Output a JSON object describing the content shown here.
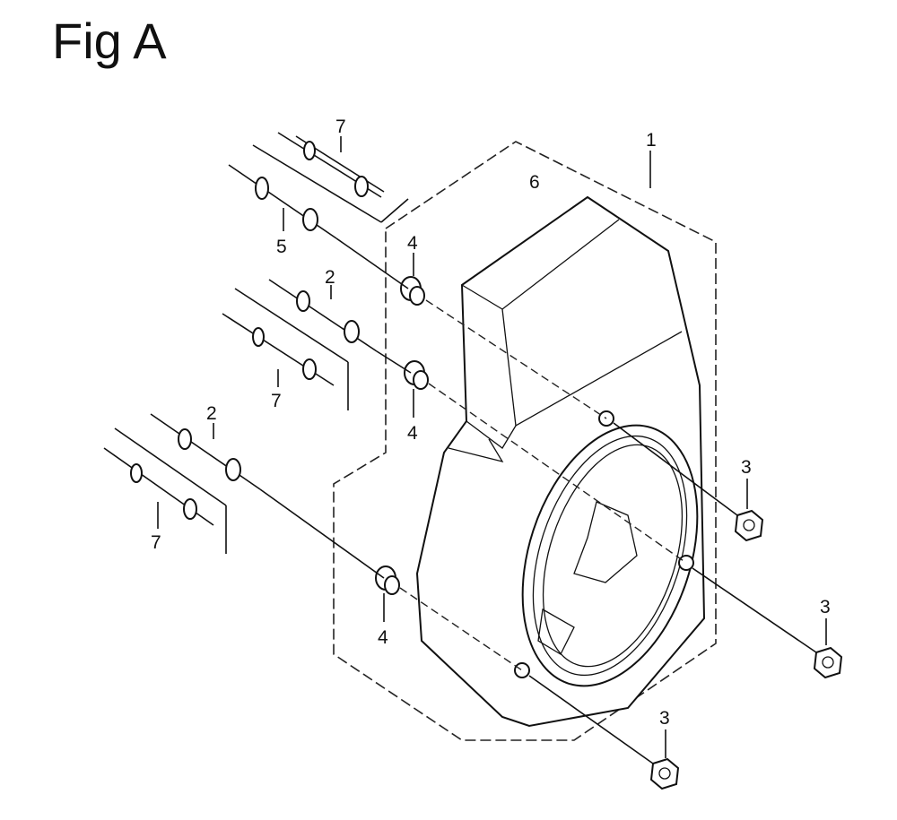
{
  "figure": {
    "title": "Fig A"
  },
  "callouts": {
    "c1": "1",
    "c6": "6",
    "c7a": "7",
    "c5": "5",
    "c4a": "4",
    "c2a": "2",
    "c7b": "7",
    "c4b": "4",
    "c2b": "2",
    "c7c": "7",
    "c4c": "4",
    "c3a": "3",
    "c3b": "3",
    "c3c": "3"
  }
}
